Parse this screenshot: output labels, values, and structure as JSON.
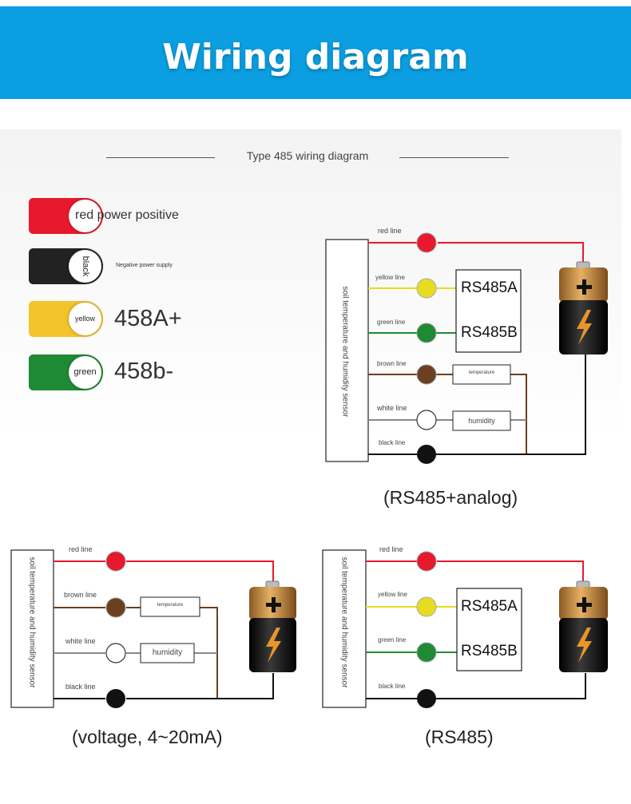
{
  "banner": {
    "title": "Wiring diagram"
  },
  "section": {
    "title": "Type 485 wiring diagram"
  },
  "legend": [
    {
      "knob": "",
      "desc": "red power positive",
      "color": "#e8192c"
    },
    {
      "knob": "black",
      "desc": "Negative power supply",
      "color": "#222222"
    },
    {
      "knob": "yellow",
      "desc": "458A+",
      "color": "#f2c42c"
    },
    {
      "knob": "green",
      "desc": "458b-",
      "color": "#1f8a34"
    }
  ],
  "sensor_label": "soil temperature and humidity sensor",
  "wires": {
    "red": "red line",
    "yellow": "yellow line",
    "green": "green line",
    "brown": "brown line",
    "white": "white line",
    "black": "black line"
  },
  "boxes": {
    "temperature": "temperature",
    "humidity": "humidity",
    "rs485a": "RS485A",
    "rs485b": "RS485B"
  },
  "captions": {
    "d1": "(RS485+analog)",
    "d2": "(voltage, 4~20mA)",
    "d3": "(RS485)"
  },
  "colors": {
    "banner": "#0b9ee0",
    "red_wire": "#e8192c",
    "yellow_wire": "#e6dc20",
    "green_wire": "#1f8a34",
    "brown_wire": "#6b3f1f",
    "black_wire": "#111111",
    "battery_copper": "#c98a3a",
    "battery_body": "#1a1a1a",
    "bolt": "#e9952a"
  },
  "icons": {
    "battery": "battery-icon",
    "bolt": "lightning-bolt-icon",
    "plus": "plus-icon"
  }
}
